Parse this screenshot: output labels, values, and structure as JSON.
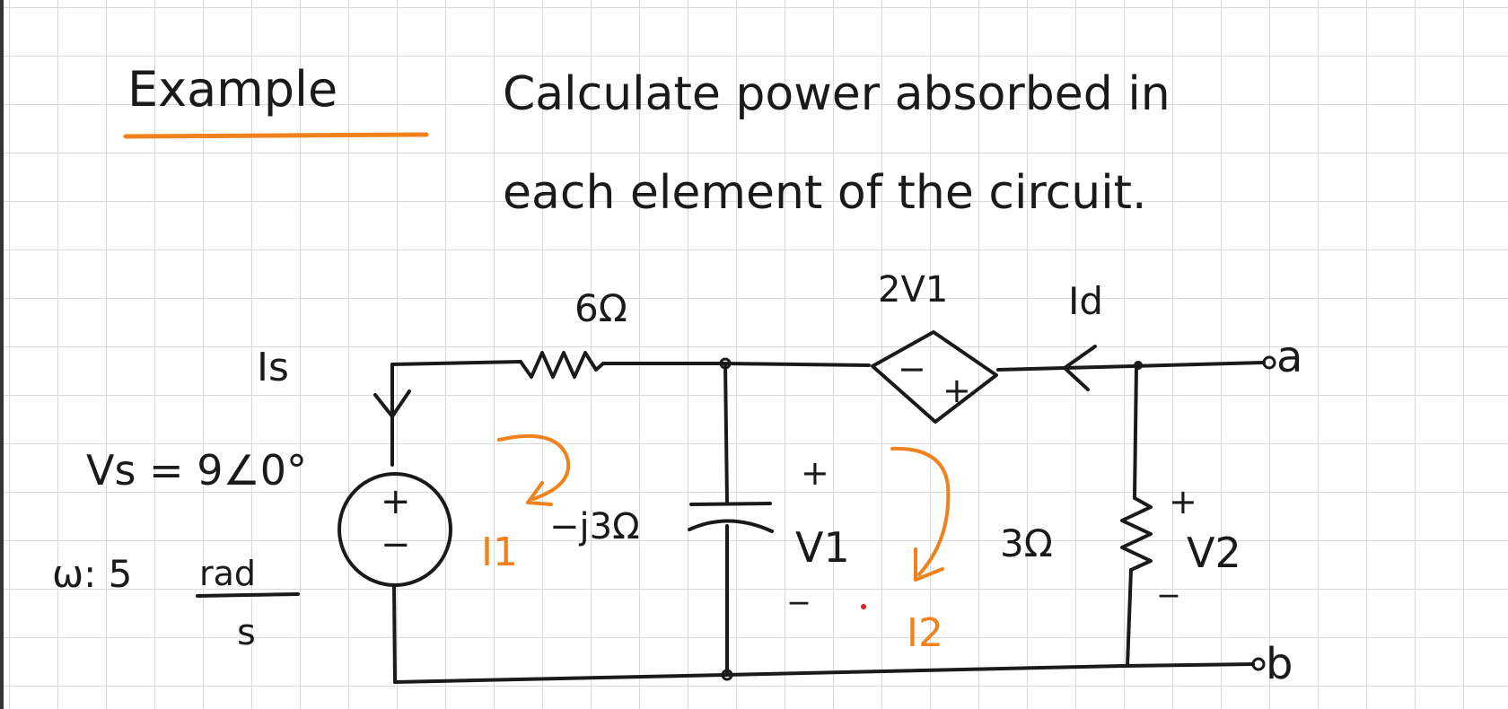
{
  "heading": {
    "label": "Example",
    "problem_line1": "Calculate power absorbed in",
    "problem_line2": "each element of the circuit."
  },
  "circuit": {
    "source": {
      "current_label": "Is",
      "voltage_label": "Vs = 9∠0°",
      "omega_prefix": "ω: 5",
      "omega_unit_num": "rad",
      "omega_unit_den": "s",
      "plus": "+",
      "minus": "−"
    },
    "resistor_6": {
      "label": "6Ω"
    },
    "capacitor": {
      "label": "−j3Ω"
    },
    "v1": {
      "plus": "+",
      "label": "V1",
      "minus": "_"
    },
    "dependent_source": {
      "label": "2V1",
      "minus": "−",
      "plus": "+"
    },
    "dependent_current": {
      "label": "Id"
    },
    "resistor_3": {
      "label": "3Ω"
    },
    "v2": {
      "plus": "+",
      "label": "V2",
      "minus": "_"
    },
    "terminal_a": "a",
    "terminal_b": "b",
    "mesh_1": {
      "label": "I1"
    },
    "mesh_2": {
      "label": "I2"
    }
  },
  "colors": {
    "ink": "#1a1a1a",
    "highlight": "#f0821e",
    "grid": "#d9d9d9",
    "dot": "#e02020"
  }
}
